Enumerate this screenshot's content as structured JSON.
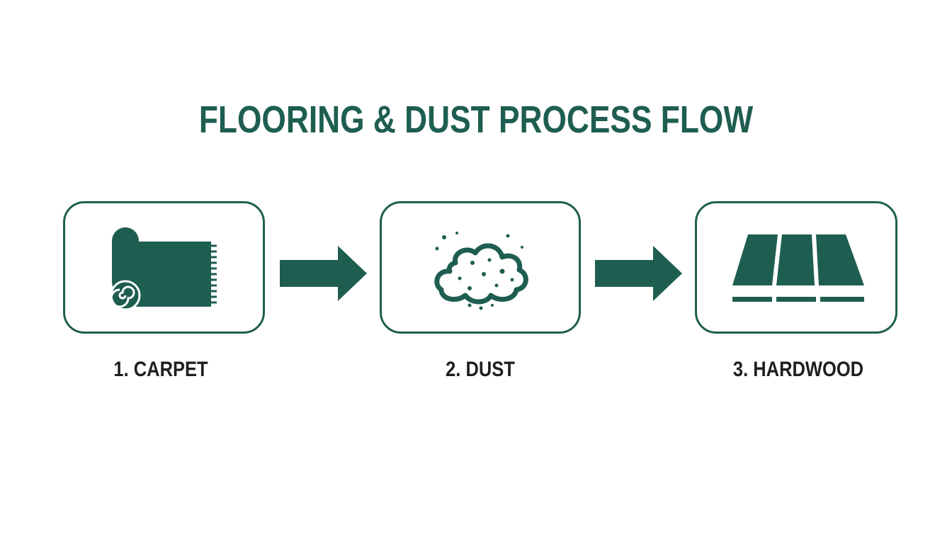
{
  "title": "FLOORING & DUST PROCESS FLOW",
  "accent_color": "#1e5e50",
  "label_color": "#1f1f1f",
  "steps": [
    {
      "label": "1. CARPET",
      "icon": "carpet-roll-icon"
    },
    {
      "label": "2. DUST",
      "icon": "dust-cloud-icon"
    },
    {
      "label": "3. HARDWOOD",
      "icon": "hardwood-planks-icon"
    }
  ],
  "connectors": [
    "arrow-right-icon",
    "arrow-right-icon"
  ]
}
